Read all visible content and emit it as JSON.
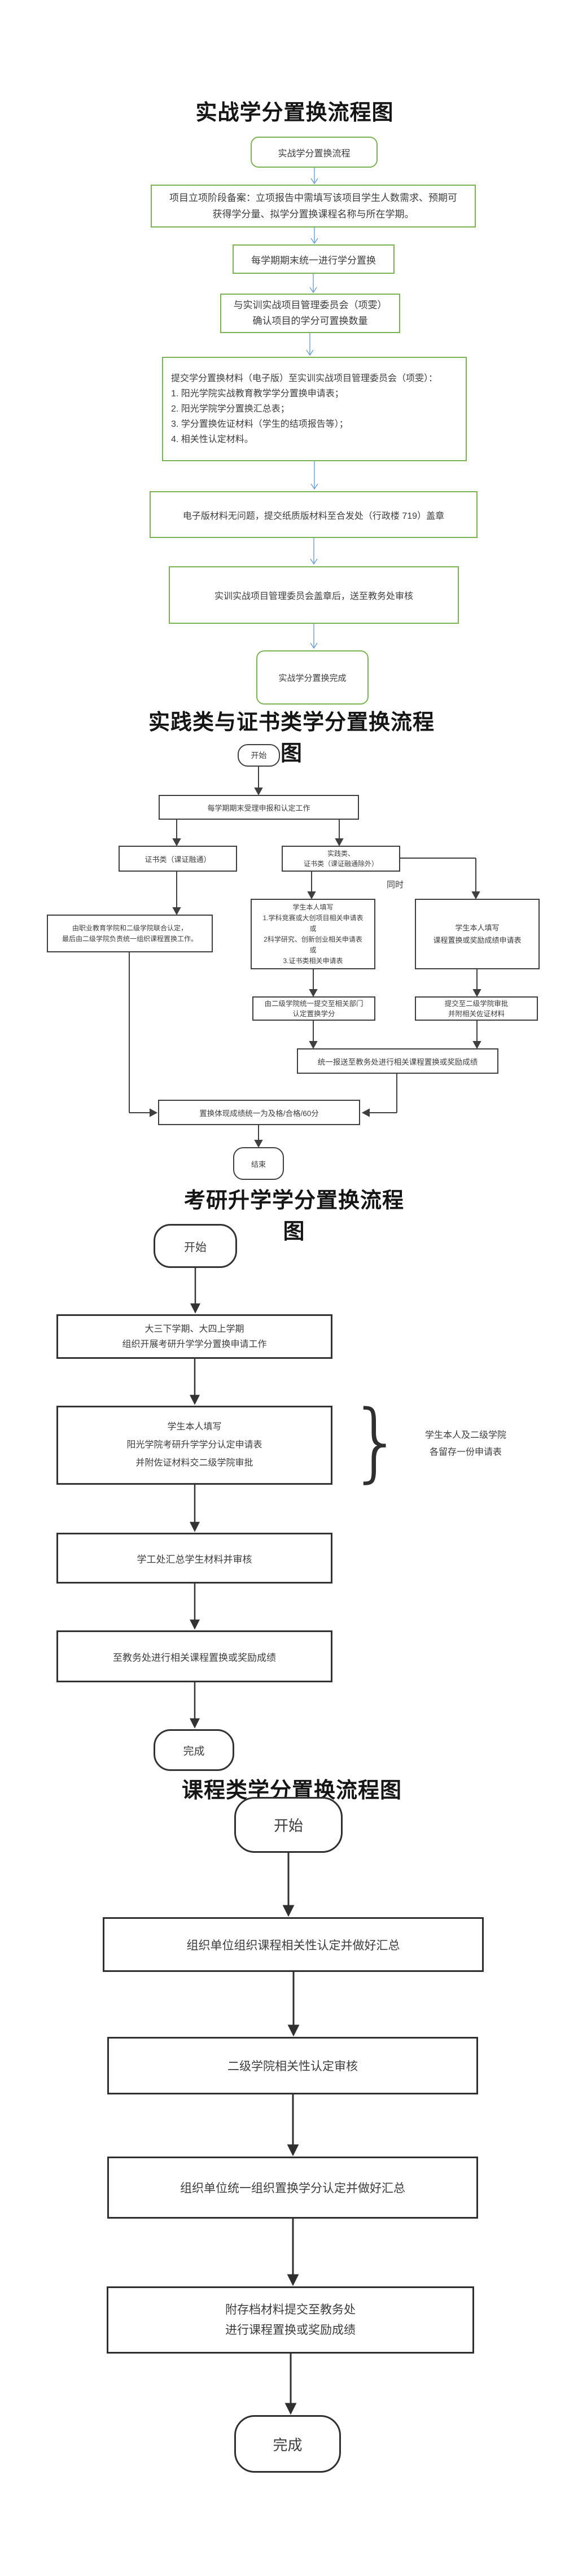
{
  "colors": {
    "green": "#7cb254",
    "blue": "#6c9bd2",
    "dark": "#3f3f3f",
    "text": "#3d3d3d"
  },
  "chart1": {
    "title": "实战学分置换流程图",
    "start_label": "实战学分置换流程",
    "filing": {
      "lines": [
        "项目立项阶段备案：立项报告中需填写该项目学生人数需求、预期可",
        "获得学分量、拟学分置换课程名称与所在学期。"
      ]
    },
    "semester": "每学期期末统一进行学分置换",
    "confirm": {
      "lines": [
        "与实训实战项目管理委员会（项雯）",
        "确认项目的学分可置换数量"
      ]
    },
    "submit": {
      "lines": [
        "提交学分置换材料（电子版）至实训实战项目管理委员会（项雯）：",
        "1.  阳光学院实战教育教学学分置换申请表；",
        "2.  阳光学院学分置换汇总表；",
        "3.  学分置换佐证材料（学生的结项报告等）；",
        "4.  相关性认定材料。"
      ]
    },
    "stamp": "电子版材料无问题，提交纸质版材料至合发处（行政楼 719）盖章",
    "review": "实训实战项目管理委员会盖章后，送至教务处审核",
    "end_label": "实战学分置换完成"
  },
  "chart2": {
    "title": "实践类与证书类学分置换流程图",
    "start_label": "开始",
    "end_label": "结束",
    "accept": "每学期期末受理申报和认定工作",
    "cert": "证书类（课证融通）",
    "practice": {
      "lines": [
        "实践类、",
        "证书类（课证融通除外）"
      ]
    },
    "meanwhile": "同时",
    "student_fill": {
      "lines": [
        "学生本人填写",
        "1.学科竞赛或大创项目相关申请表",
        "或",
        "2科学研究、创新创业相关申请表",
        "或",
        "3.证书类相关申请表"
      ]
    },
    "student_fill_right": {
      "lines": [
        "学生本人填写",
        "课程置换或奖励成绩申请表"
      ]
    },
    "joint": {
      "lines": [
        "由职业教育学院和二级学院联合认定，",
        "最后由二级学院负责统一组织课程置换工作。"
      ]
    },
    "submit_dept": {
      "lines": [
        "由二级学院统一提交至相关部门",
        "认定置换学分"
      ]
    },
    "submit_college": {
      "lines": [
        "提交至二级学院审批",
        "并附相关佐证材料"
      ]
    },
    "report": "统一报送至教务处进行相关课程置换或奖励成绩",
    "grade": "置换体现成绩统一为及格/合格/60分"
  },
  "chart3": {
    "title": "考研升学学分置换流程图",
    "start_label": "开始",
    "end_label": "完成",
    "organize": {
      "lines": [
        "大三下学期、大四上学期",
        "组织开展考研升学学分置换申请工作"
      ]
    },
    "fill": {
      "lines": [
        "学生本人填写",
        "阳光学院考研升学学分认定申请表",
        "并附佐证材料交二级学院审批"
      ]
    },
    "brace": "}",
    "note": {
      "lines": [
        "学生本人及二级学院",
        "各留存一份申请表"
      ]
    },
    "collect": "学工处汇总学生材料并审核",
    "replace": "至教务处进行相关课程置换或奖励成绩"
  },
  "chart4": {
    "title": "课程类学分置换流程图",
    "start_label": "开始",
    "end_label": "完成",
    "step1": "组织单位组织课程相关性认定并做好汇总",
    "step2": "二级学院相关性认定审核",
    "step3": "组织单位统一组织置换学分认定并做好汇总",
    "archive": {
      "lines": [
        "附存档材料提交至教务处",
        "进行课程置换或奖励成绩"
      ]
    }
  }
}
